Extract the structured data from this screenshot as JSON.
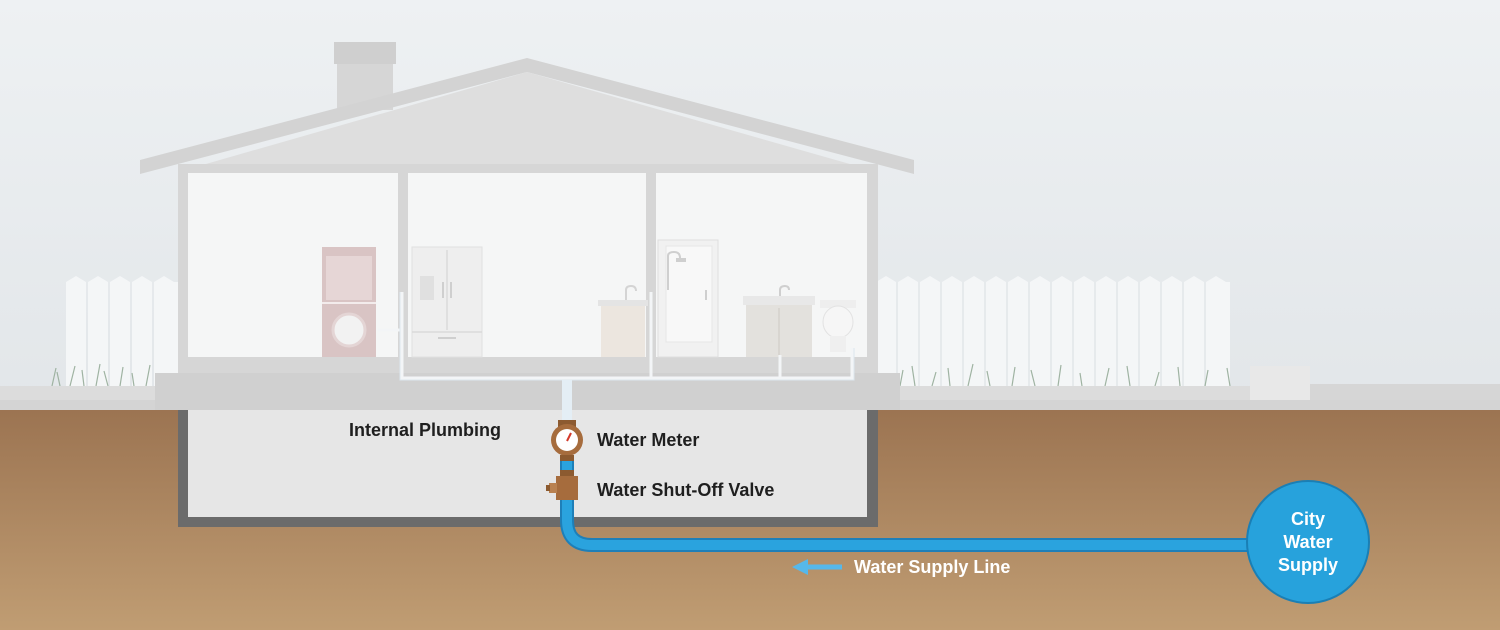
{
  "labels": {
    "internal_plumbing": "Internal Plumbing",
    "water_meter": "Water Meter",
    "shutoff_valve": "Water Shut-Off Valve",
    "supply_line": "Water Supply Line",
    "city_supply": [
      "City",
      "Water",
      "Supply"
    ]
  },
  "colors": {
    "sky_top": "#eef1f3",
    "sky_bottom": "#e3e7ea",
    "ground_top": "#9a7250",
    "ground_bottom": "#bf9c72",
    "house_gray": "#d6d6d6",
    "house_interior": "#f5f6f6",
    "basement_fill": "#e8e8e8",
    "basement_wall": "#6b6b6b",
    "pipe_blue": "#2a9fd8",
    "city_blue": "#27a2dc",
    "arrow_blue": "#52b7ea",
    "valve_brown": "#a0693a"
  }
}
